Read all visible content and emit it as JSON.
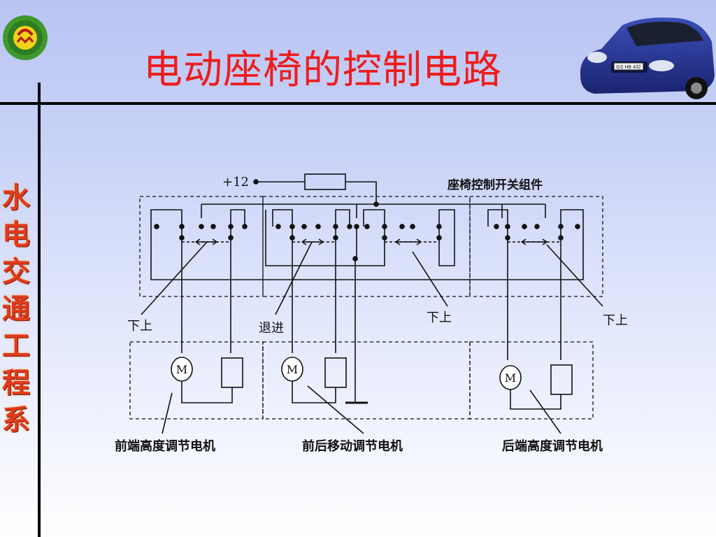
{
  "slide": {
    "title": "电动座椅的控制电路",
    "side_label_chars": [
      "水",
      "电",
      "交",
      "通",
      "工",
      "程",
      "系"
    ]
  },
  "diagram": {
    "power_label": "+12",
    "switch_assembly_label": "座椅控制开关组件",
    "switch_labels": {
      "front": "下上",
      "middle": "退进",
      "middle_right": "下上",
      "rear": "下上"
    },
    "motor_symbol": "M",
    "motor_labels": {
      "front": "前端高度调节电机",
      "middle": "前后移动调节电机",
      "rear": "后端高度调节电机"
    }
  },
  "car": {
    "plate": "GS HB 432"
  }
}
